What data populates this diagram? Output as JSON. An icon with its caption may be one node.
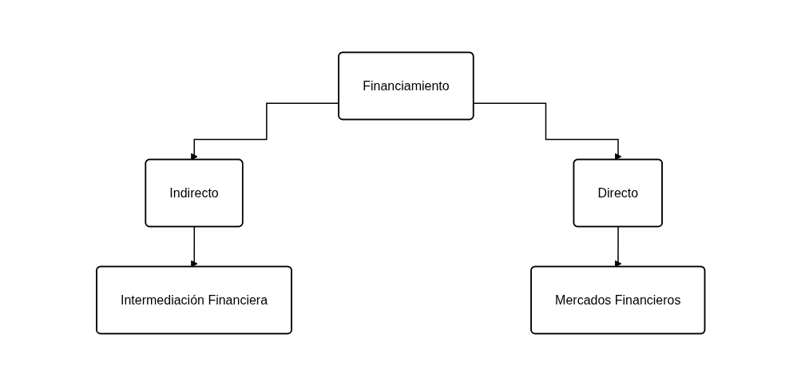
{
  "diagram": {
    "nodes": [
      {
        "text": [
          "Financiamiento"
        ]
      },
      {
        "text": [
          "Indirecto"
        ]
      },
      {
        "text": [
          "Directo"
        ]
      },
      {
        "text": [
          "Intermediación Financiera"
        ]
      },
      {
        "text": [
          "Mercados Financieros"
        ]
      }
    ],
    "edges": [
      {
        "from": 0,
        "to": 1,
        "arrow": "to"
      },
      {
        "from": 0,
        "to": 2,
        "arrow": "to"
      },
      {
        "from": 1,
        "to": 3,
        "arrow": "to"
      },
      {
        "from": 2,
        "to": 4,
        "arrow": "to"
      }
    ]
  }
}
